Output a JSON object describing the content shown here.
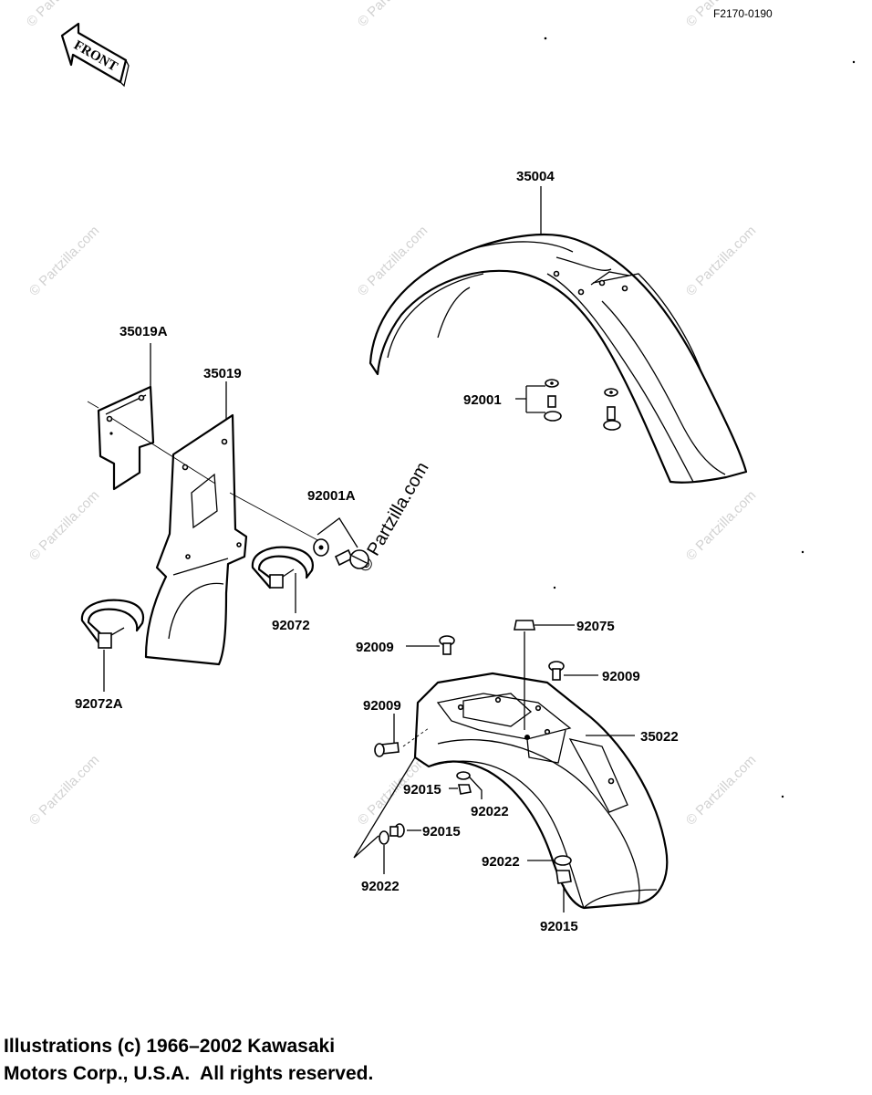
{
  "figure_code": "F2170-0190",
  "front_label": "FRONT",
  "watermark": "© Partzilla.com",
  "parts": {
    "front_fender": "35004",
    "bracket_a": "35019A",
    "front_guard": "35019",
    "bolt_set": "92001",
    "bolt_set_a": "92001A",
    "clamp": "92072",
    "clamp_a": "92072A",
    "rear_fender": "35022",
    "grommet": "92075",
    "screw_left": "92009",
    "screw_right": "92009",
    "screw_side": "92009",
    "nut_upper": "92015",
    "nut_mid": "92015",
    "nut_lower": "92015",
    "washer_upper": "92022",
    "washer_left": "92022",
    "washer_right": "92022"
  },
  "copyright": {
    "line1": "Illustrations (c) 1966–2002 Kawasaki",
    "line2": "Motors Corp., U.S.A.  All rights reserved."
  }
}
